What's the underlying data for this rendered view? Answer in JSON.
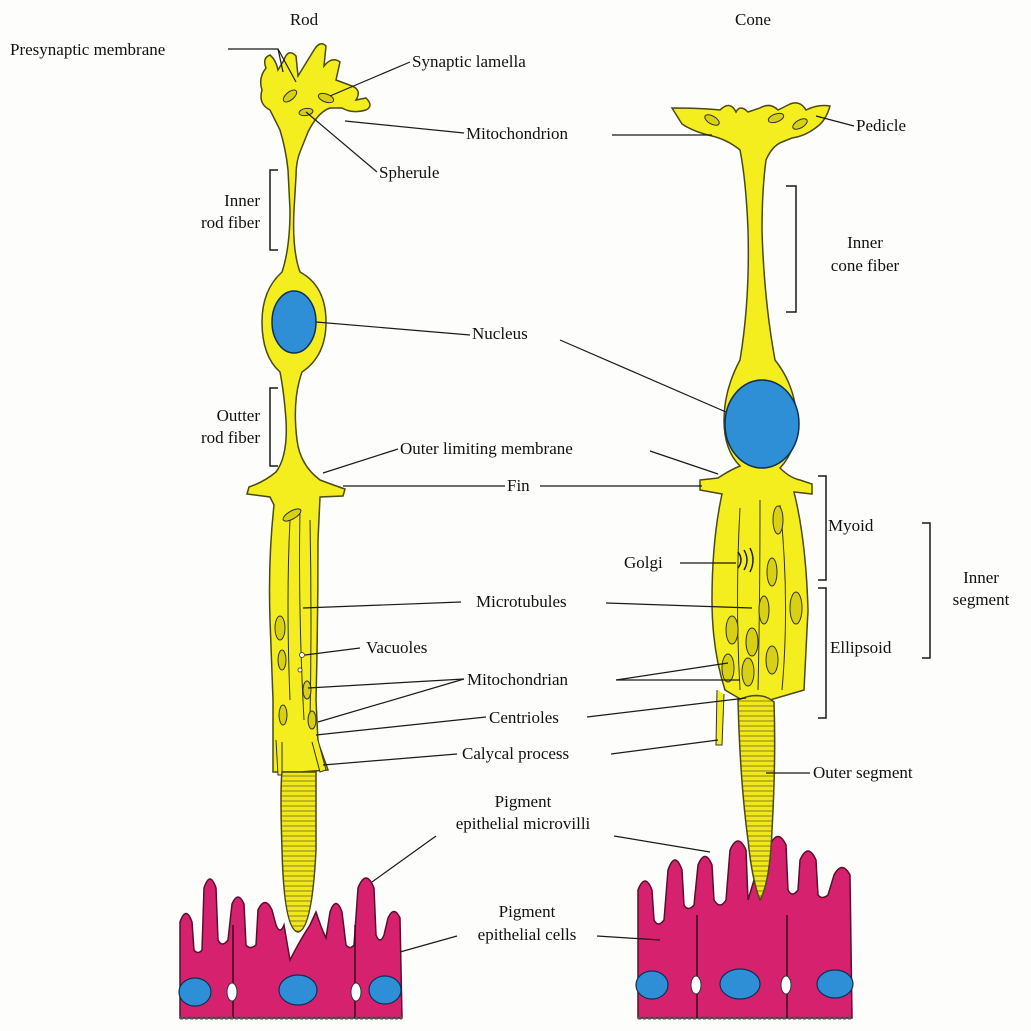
{
  "colors": {
    "cell_fill": "#f4ee1f",
    "cell_outline": "#4a4a12",
    "nucleus": "#2f8fd6",
    "pigment_epithelium": "#d6226e",
    "line": "#1a1a1a"
  },
  "titles": {
    "rod": "Rod",
    "cone": "Cone"
  },
  "labels": {
    "presynaptic_membrane": "Presynaptic membrane",
    "synaptic_lamella": "Synaptic lamella",
    "mitochondrion": "Mitochondrion",
    "pedicle": "Pedicle",
    "spherule": "Spherule",
    "inner_rod_fiber_1": "Inner",
    "inner_rod_fiber_2": "rod fiber",
    "inner_cone_fiber_1": "Inner",
    "inner_cone_fiber_2": "cone fiber",
    "nucleus": "Nucleus",
    "outter_rod_fiber_1": "Outter",
    "outter_rod_fiber_2": "rod fiber",
    "outer_limiting_membrane": "Outer limiting membrane",
    "fin": "Fin",
    "myoid": "Myoid",
    "golgi": "Golgi",
    "inner_segment_1": "Inner",
    "inner_segment_2": "segment",
    "microtubules": "Microtubules",
    "vacuoles": "Vacuoles",
    "ellipsoid": "Ellipsoid",
    "mitochondrian": "Mitochondrian",
    "centrioles": "Centrioles",
    "calycal_process": "Calycal process",
    "outer_segment": "Outer segment",
    "pigment_microvilli_1": "Pigment",
    "pigment_microvilli_2": "epithelial microvilli",
    "pigment_cells_1": "Pigment",
    "pigment_cells_2": "epithelial cells"
  }
}
